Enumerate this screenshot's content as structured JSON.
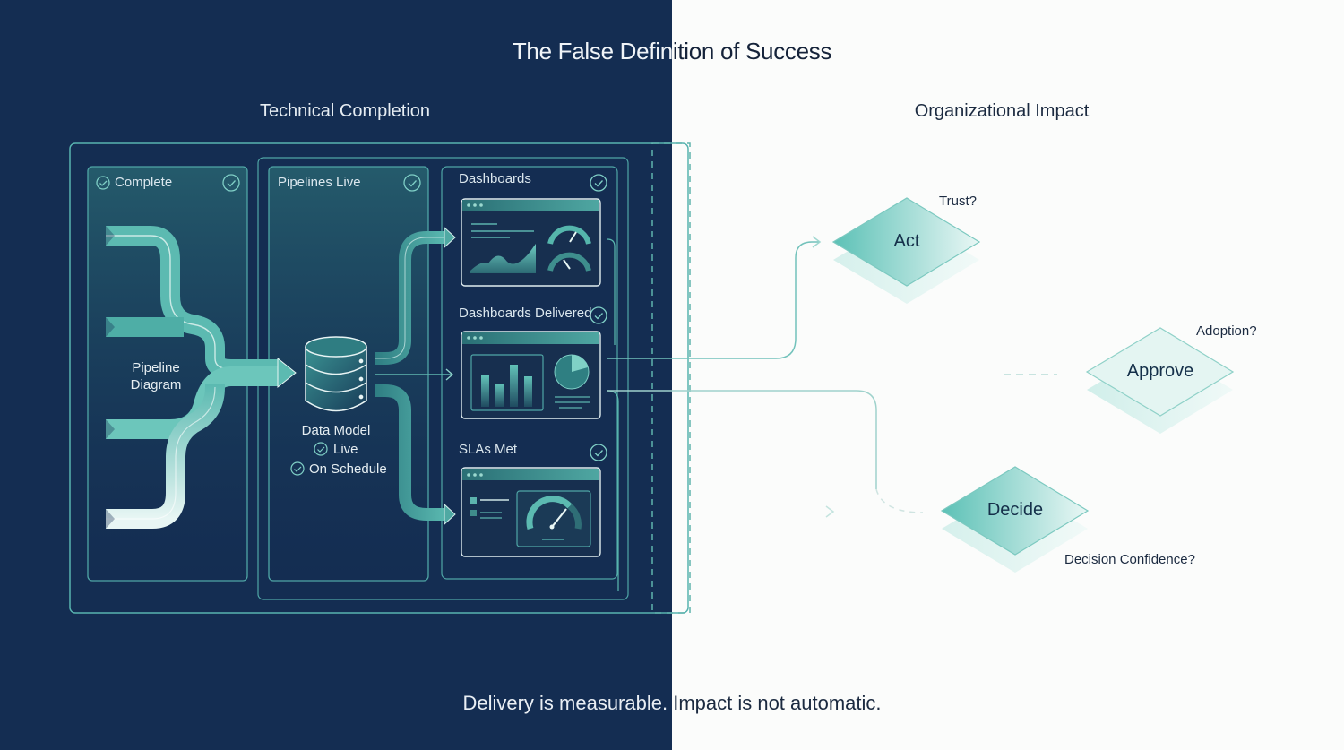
{
  "title": {
    "part_left": "The False Defin",
    "part_right": "ition of Success"
  },
  "sections": {
    "left_heading": "Technical Completion",
    "right_heading": "Organizational Impact"
  },
  "technical": {
    "panel_complete": {
      "label": "Complete",
      "icon": "check-circle-icon"
    },
    "pipeline_diagram_label": [
      "Pipeline",
      "Diagram"
    ],
    "panel_pipelines": {
      "label": "Pipelines Live",
      "icon": "check-circle-icon"
    },
    "data_model": {
      "label": "Data Model",
      "icon": "database-icon",
      "checks": [
        "Live",
        "On Schedule"
      ]
    },
    "outputs": [
      {
        "label": "Dashboards",
        "icon": "dashboard-gauges-icon"
      },
      {
        "label": "Dashboards Delivered",
        "icon": "dashboard-bar-pie-icon"
      },
      {
        "label": "SLAs Met",
        "icon": "dashboard-speedometer-icon"
      }
    ]
  },
  "impact": {
    "nodes": [
      {
        "label": "Act",
        "question": "Trust?"
      },
      {
        "label": "Approve",
        "question": "Adoption?"
      },
      {
        "label": "Decide",
        "question": "Decision Confidence?"
      }
    ]
  },
  "footer": {
    "part_left": "Delivery is measurable.",
    "part_right": " Impact is not automatic."
  },
  "colors": {
    "navy": "#142d52",
    "teal": "#5cbdb3",
    "teal_light": "#a8e0d8",
    "line": "#6fc7c0",
    "text_dark": "#1b2a40"
  }
}
